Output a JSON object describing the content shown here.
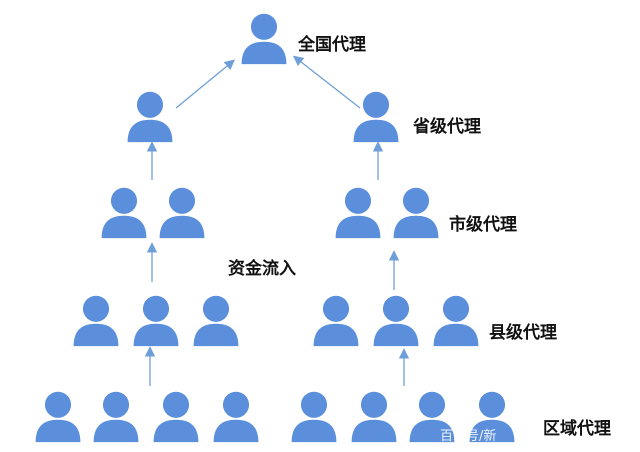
{
  "colors": {
    "person": "#5b8fdc",
    "arrow": "#6f9fd8",
    "text": "#111111"
  },
  "icons": {
    "person": "person-icon"
  },
  "labels": {
    "national": "全国代理",
    "provincial": "省级代理",
    "city": "市级代理",
    "county": "县级代理",
    "district": "区域代理",
    "flow": "资金流入"
  },
  "watermark": "百家号/新"
}
